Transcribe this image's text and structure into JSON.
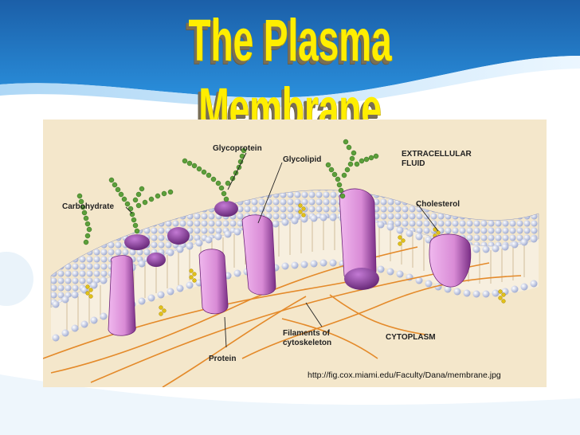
{
  "slide": {
    "title": "The Plasma Membrane"
  },
  "diagram": {
    "labels": {
      "glycoprotein": "Glycoprotein",
      "glycolipid": "Glycolipid",
      "extracellular_fluid_line1": "EXTRACELLULAR",
      "extracellular_fluid_line2": "FLUID",
      "carbohydrate": "Carbohydrate",
      "cholesterol": "Cholesterol",
      "filaments_line1": "Filaments of",
      "filaments_line2": "cytoskeleton",
      "cytoplasm": "CYTOPLASM",
      "protein": "Protein"
    },
    "source_url": "http://fig.cox.miami.edu/Faculty/Dana/membrane.jpg",
    "colors": {
      "background_top": "#1b78c8",
      "title": "#ffee00",
      "phospholipid_head": "#b7c1e2",
      "protein": "#d98bd6",
      "protein_dark": "#7a2f86",
      "carbohydrate": "#5c9f3a",
      "filament": "#e48a2a",
      "cholesterol": "#e1c11a",
      "figure_background": "#f4e7cb"
    }
  }
}
